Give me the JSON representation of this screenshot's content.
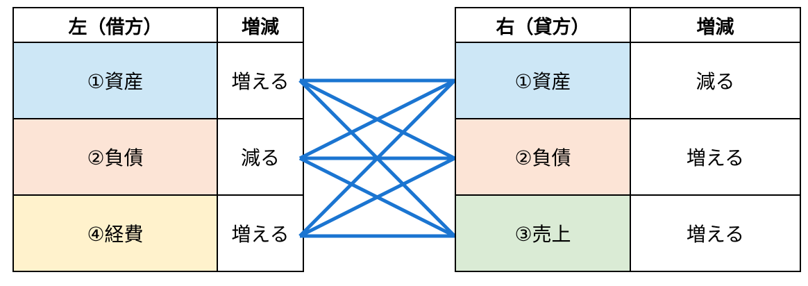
{
  "left_table": {
    "headers": [
      "左（借方）",
      "増減"
    ],
    "rows": [
      {
        "label": "①資産",
        "change": "増える",
        "color": "#CDE7F6"
      },
      {
        "label": "②負債",
        "change": "減る",
        "color": "#FCE4D6"
      },
      {
        "label": "④経費",
        "change": "増える",
        "color": "#FFF2CC"
      }
    ]
  },
  "right_table": {
    "headers": [
      "右（貸方）",
      "増減"
    ],
    "rows": [
      {
        "label": "①資産",
        "change": "減る",
        "color": "#CDE7F6"
      },
      {
        "label": "②負債",
        "change": "増える",
        "color": "#FCE4D6"
      },
      {
        "label": "③売上",
        "change": "増える",
        "color": "#DAEBD5"
      }
    ]
  },
  "connections": {
    "color": "#1B75D1",
    "stroke_width": 5,
    "pairs": [
      [
        0,
        0
      ],
      [
        0,
        1
      ],
      [
        0,
        2
      ],
      [
        1,
        0
      ],
      [
        1,
        1
      ],
      [
        1,
        2
      ],
      [
        2,
        0
      ],
      [
        2,
        1
      ],
      [
        2,
        2
      ]
    ]
  }
}
